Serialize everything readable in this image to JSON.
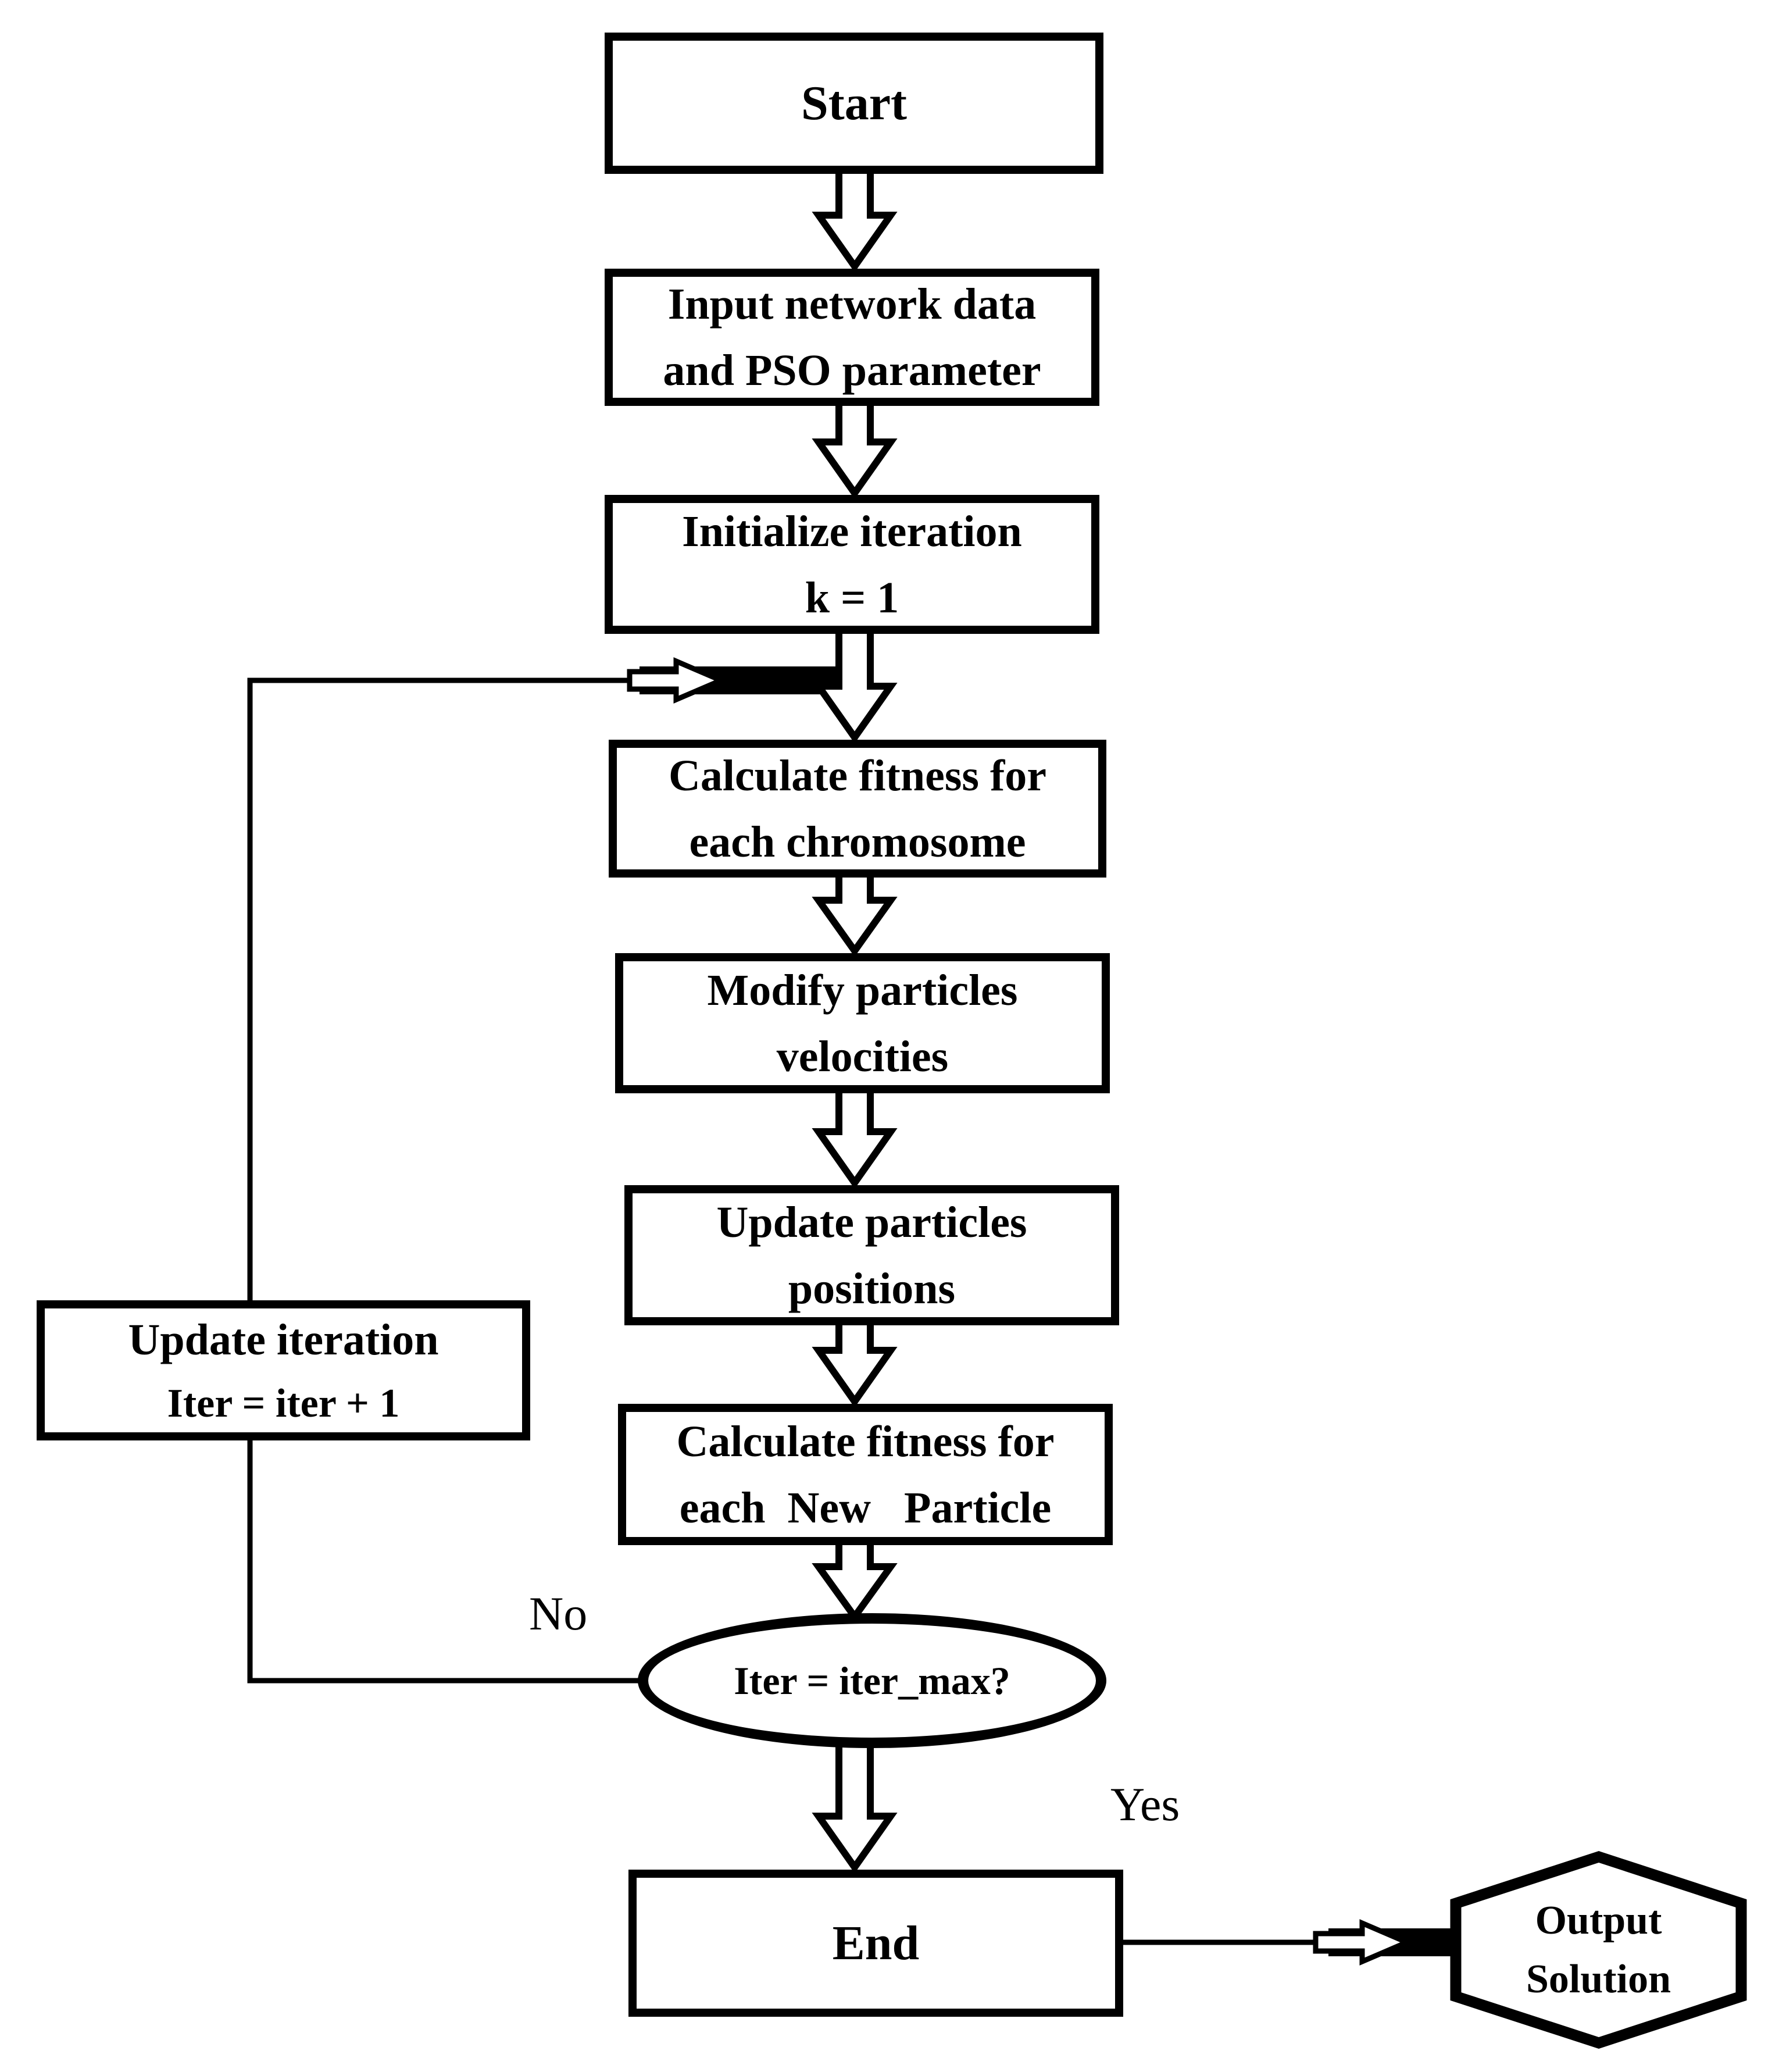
{
  "diagram": {
    "nodes": {
      "start": {
        "label": "Start"
      },
      "input": {
        "line1": "Input network data",
        "line2": "and PSO parameter"
      },
      "initialize": {
        "line1": "Initialize iteration",
        "line2": "k = 1"
      },
      "fitness_chromosome": {
        "line1": "Calculate fitness for",
        "line2": "each chromosome"
      },
      "modify_velocities": {
        "line1": "Modify particles",
        "line2": "velocities"
      },
      "update_positions": {
        "line1": "Update particles",
        "line2": "positions"
      },
      "fitness_new_particle": {
        "line1": "Calculate fitness for",
        "line2": "each  New   Particle"
      },
      "decision": {
        "label": "Iter = iter_max?"
      },
      "end": {
        "label": "End"
      },
      "update_iteration": {
        "line1": "Update iteration",
        "line2": "Iter = iter + 1"
      },
      "output_solution": {
        "line1": "Output",
        "line2": "Solution"
      }
    },
    "edge_labels": {
      "no": "No",
      "yes": "Yes"
    },
    "colors": {
      "line": "#000000",
      "fill": "#ffffff",
      "text": "#000000"
    }
  }
}
